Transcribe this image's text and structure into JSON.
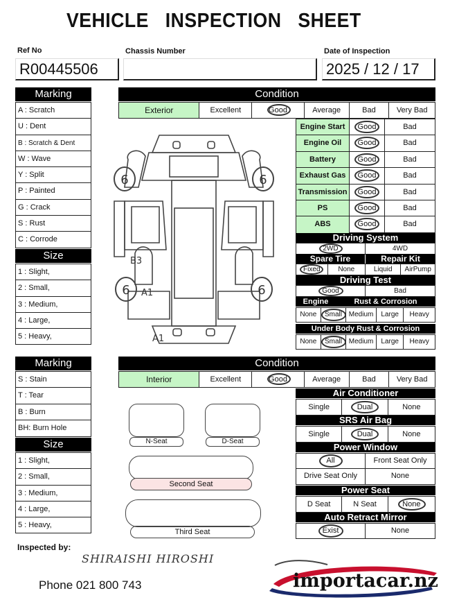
{
  "title": {
    "w1": "VEHICLE",
    "w2": "INSPECTION",
    "w3": "SHEET"
  },
  "header": {
    "ref_label": "Ref No",
    "ref_value": "R00445506",
    "chassis_label": "Chassis Number",
    "chassis_value": "",
    "date_label": "Date of Inspection",
    "date_value": "2025 / 12 / 17"
  },
  "exterior": {
    "marking_title": "Marking",
    "marking": [
      "A : Scratch",
      "U : Dent",
      "B : Scratch & Dent",
      "W : Wave",
      "Y : Split",
      "P : Painted",
      "G : Crack",
      "S : Rust",
      "C : Corrode"
    ],
    "size_title": "Size",
    "sizes": [
      "1 : Slight,",
      "2 : Small,",
      "3 : Medium,",
      "4 : Large,",
      "5 : Heavy,"
    ],
    "condition_title": "Condition",
    "condition_row": [
      "Exterior",
      "Excellent",
      "Good",
      "Average",
      "Bad",
      "Very Bad"
    ],
    "checks": [
      {
        "item": "Engine Start",
        "good": "Good",
        "bad": "Bad"
      },
      {
        "item": "Engine Oil",
        "good": "Good",
        "bad": "Bad"
      },
      {
        "item": "Battery",
        "good": "Good",
        "bad": "Bad"
      },
      {
        "item": "Exhaust Gas",
        "good": "Good",
        "bad": "Bad"
      },
      {
        "item": "Transmission",
        "good": "Good",
        "bad": "Bad"
      },
      {
        "item": "PS",
        "good": "Good",
        "bad": "Bad"
      },
      {
        "item": "ABS",
        "good": "Good",
        "bad": "Bad"
      }
    ],
    "drive_title": "Driving System",
    "drive_opts": [
      "2WD",
      "4WD"
    ],
    "spare_title": "Spare Tire",
    "repair_title": "Repair Kit",
    "spare_opts": [
      "Fixed",
      "None"
    ],
    "repair_opts": [
      "Liquid",
      "AirPump"
    ],
    "test_title": "Driving Test",
    "test_opts": [
      "Good",
      "Bad"
    ],
    "engine_title": "Engine",
    "rust_title": "Rust & Corrosion",
    "rust_opts": [
      "None",
      "Small",
      "Medium",
      "Large",
      "Heavy"
    ],
    "under_title": "Under Body Rust & Corrosion",
    "under_opts": [
      "None",
      "Small",
      "Medium",
      "Large",
      "Heavy"
    ],
    "diagram_marks": [
      "6",
      "6",
      "6",
      "6",
      "B3",
      "A1",
      "A1"
    ]
  },
  "interior": {
    "marking_title": "Marking",
    "marking": [
      "S : Stain",
      "T : Tear",
      "B : Burn",
      "BH: Burn Hole"
    ],
    "size_title": "Size",
    "sizes": [
      "1 : Slight,",
      "2 : Small,",
      "3 : Medium,",
      "4 : Large,",
      "5 : Heavy,"
    ],
    "condition_title": "Condition",
    "condition_row": [
      "Interior",
      "Excellent",
      "Good",
      "Average",
      "Bad",
      "Very Bad"
    ],
    "seats": {
      "n": "N-Seat",
      "d": "D-Seat",
      "second": "Second Seat",
      "third": "Third Seat"
    },
    "ac_title": "Air Conditioner",
    "ac_opts": [
      "Single",
      "Dual",
      "None"
    ],
    "srs_title": "SRS Air Bag",
    "srs_opts": [
      "Single",
      "Dual",
      "None"
    ],
    "pw_title": "Power Window",
    "pw_opts": [
      "All",
      "Front Seat Only",
      "Drive Seat Only",
      "None"
    ],
    "ps_title": "Power Seat",
    "ps_opts": [
      "D Seat",
      "N Seat",
      "None"
    ],
    "arm_title": "Auto Retract Mirror",
    "arm_opts": [
      "Exist",
      "None"
    ]
  },
  "footer": {
    "inspected_label": "Inspected by:",
    "signature": "SHIRAISHI HIROSHI",
    "phone": "Phone  021 800 743",
    "logo": "importacar.nz",
    "logo_color": "#c8102e"
  }
}
